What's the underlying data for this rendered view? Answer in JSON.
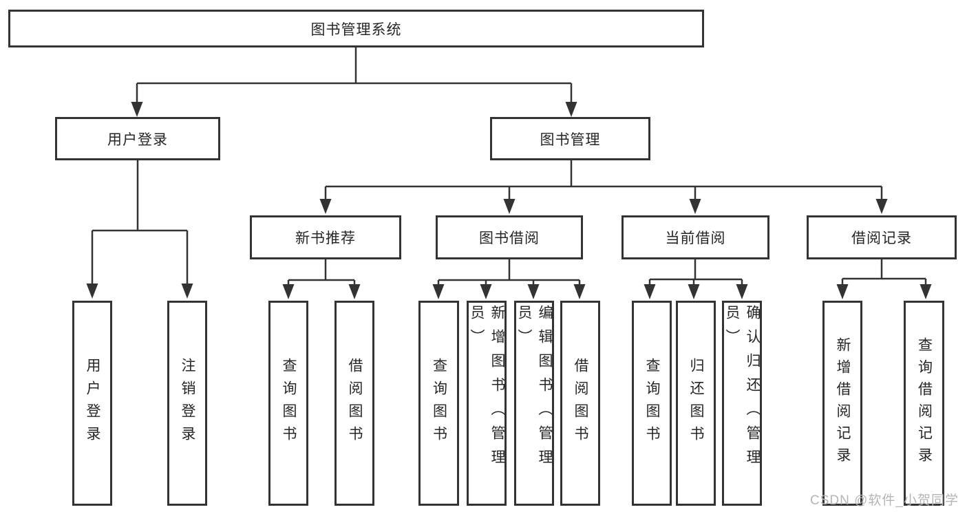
{
  "root": {
    "label": "图书管理系统"
  },
  "level2": {
    "user_login": {
      "label": "用户登录"
    },
    "book_mgmt": {
      "label": "图书管理"
    }
  },
  "level3": {
    "new_book": {
      "label": "新书推荐"
    },
    "book_borrow": {
      "label": "图书借阅"
    },
    "current_borrow": {
      "label": "当前借阅"
    },
    "borrow_record": {
      "label": "借阅记录"
    }
  },
  "leaves": {
    "user_login_group": {
      "login": {
        "label": "用户登录"
      },
      "logout": {
        "label": "注销登录"
      }
    },
    "new_book_group": {
      "query": {
        "label": "查询图书"
      },
      "borrow": {
        "label": "借阅图书"
      }
    },
    "book_borrow_group": {
      "query": {
        "label": "查询图书"
      },
      "add": {
        "label": "新增图书（管理员）"
      },
      "edit": {
        "label": "编辑图书（管理员）"
      },
      "borrow": {
        "label": "借阅图书"
      }
    },
    "current_borrow_group": {
      "query": {
        "label": "查询图书"
      },
      "return": {
        "label": "归还图书"
      },
      "confirm": {
        "label": "确认归还（管理员）"
      }
    },
    "borrow_record_group": {
      "add": {
        "label": "新增借阅记录"
      },
      "query": {
        "label": "查询借阅记录"
      }
    }
  },
  "watermark": {
    "text": "CSDN @软件_小贺同学"
  },
  "colors": {
    "line": "#333333",
    "box_border": "#333333",
    "text": "#262626",
    "watermark": "#b5b5b5",
    "background": "#ffffff"
  }
}
